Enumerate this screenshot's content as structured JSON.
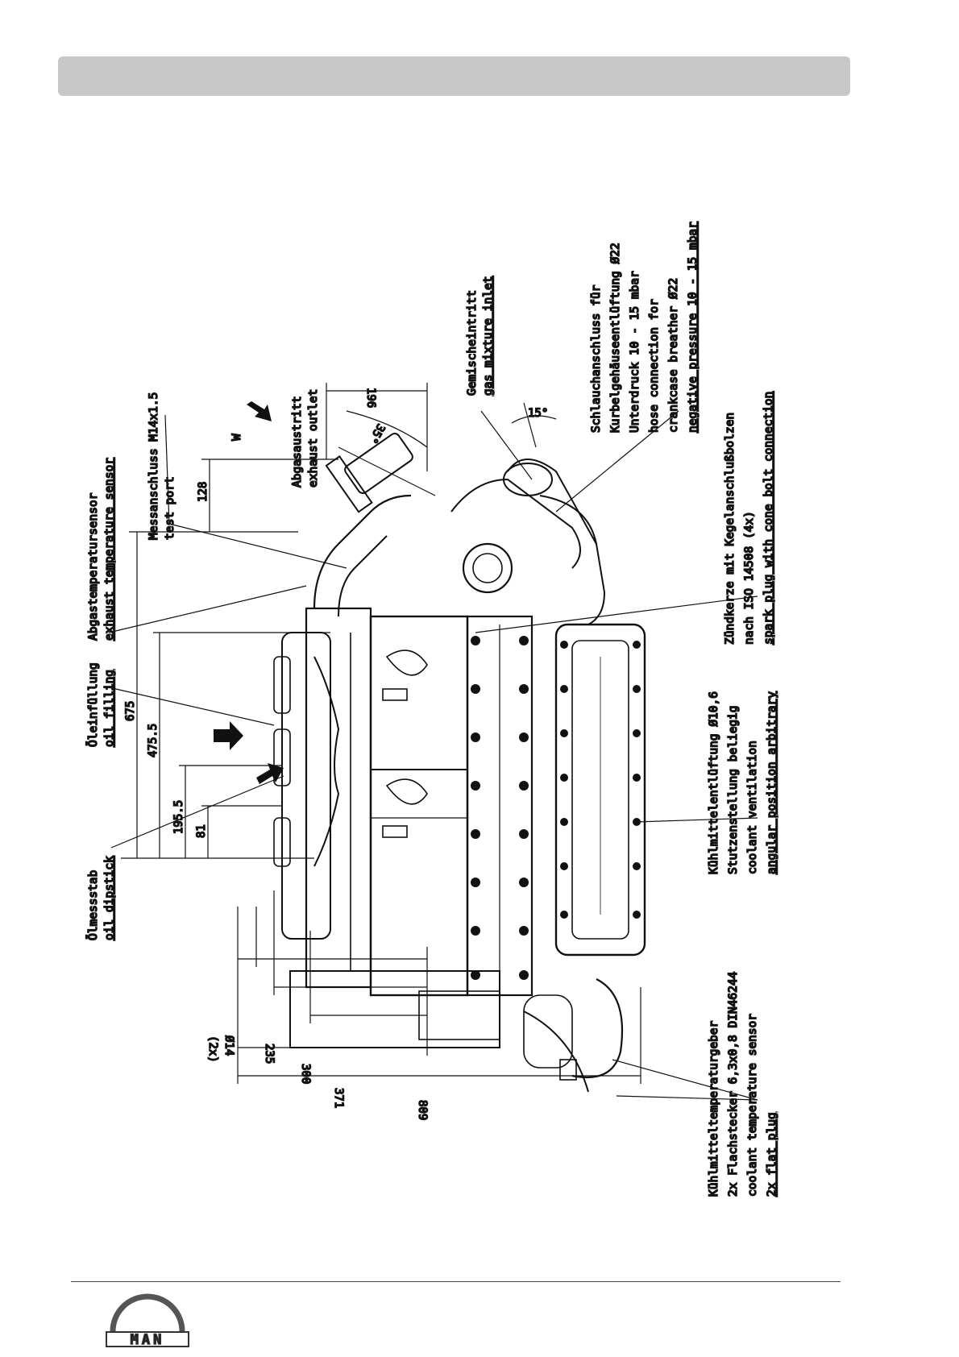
{
  "header": {
    "band_color": "#c8c8c8"
  },
  "callouts": {
    "oil_dipstick_de": "Ölmessstab",
    "oil_dipstick_en": "oil dipstick",
    "oil_filling_de": "Öleinfüllung",
    "oil_filling_en": "oil filling",
    "exhaust_temp_de": "Abgastemperatursensor",
    "exhaust_temp_en": "exhaust temperature sensor",
    "test_port_de": "Messanschluss M14x1.5",
    "test_port_en": "test port",
    "exhaust_outlet_de": "Abgasaustritt",
    "exhaust_outlet_en": "exhaust outlet",
    "gas_inlet_de": "Gemischeintritt",
    "gas_inlet_en": "gas mixture inlet",
    "breather_1": "Schlauchanschluss für",
    "breather_2": "Kurbelgehäuseentlüftung Ø22",
    "breather_3": "Unterdruck 10 - 15 mbar",
    "breather_4": "hose connection for",
    "breather_5": "crankcase breather Ø22",
    "breather_6": "negative pressure 10 - 15 mbar",
    "spark_1": "Zündkerze mit Kegelanschlußbolzen",
    "spark_2": "nach ISO 14508 (4x)",
    "spark_3": "spark plug with cone bolt connection",
    "coolant_vent_1": "Kühlmittelentlüftung Ø10,6",
    "coolant_vent_2": "Stutzenstellung beliegig",
    "coolant_vent_3": "coolant ventilation",
    "coolant_vent_4": "angular position arbitrary",
    "coolant_sensor_1": "Kühlmitteltemperaturgeber",
    "coolant_sensor_2": "2x Flachstecker 6,3x0,8 DIN46244",
    "coolant_sensor_3": "coolant temperature sensor",
    "coolant_sensor_4": "2x flat plug",
    "view_marker": "W"
  },
  "dimensions": {
    "d675": "675",
    "d475_5": "475.5",
    "d195_5": "195.5",
    "d81": "81",
    "d128": "128",
    "d196": "196",
    "d35deg": "35°",
    "d15deg": "15°",
    "d_phi14": "Ø14",
    "d_2x": "(2x)",
    "d235": "235",
    "d300": "300",
    "d371": "371",
    "d809": "809"
  },
  "footer": {
    "logo_text": "MAN"
  }
}
